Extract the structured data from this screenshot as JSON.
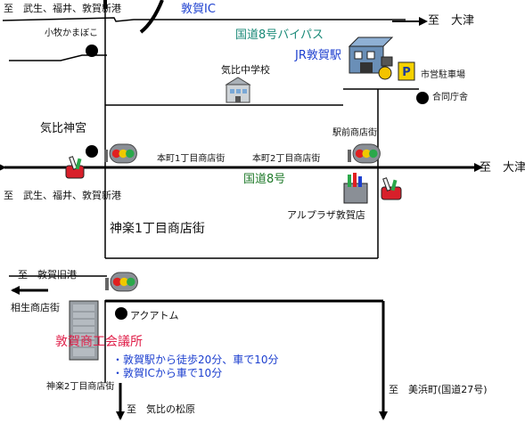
{
  "labels": {
    "north_west": "至　武生、福井、敦賀新港",
    "tsuruga_ic": "敦賀IC",
    "east_top": "至　大津",
    "komaki_kamaboko": "小牧かまぼこ",
    "bypass8": "国道8号バイパス",
    "jr_station": "JR敦賀駅",
    "kehi_jhs": "気比中学校",
    "city_parking": "市営駐車場",
    "godo_chosha": "合同庁舎",
    "kehi_shrine": "気比神宮",
    "ekimae_st": "駅前商店街",
    "honmachi1": "本町1丁目商店街",
    "honmachi2": "本町2丁目商店街",
    "east_mid": "至　大津",
    "west_mid": "至　武生、福井、敦賀新港",
    "route8": "国道8号",
    "alplaza": "アルプラザ敦賀店",
    "kagura1": "神楽1丁目商店街",
    "old_port": "至　敦賀旧港",
    "aioi_st": "相生商店街",
    "aquatom": "アクアトム",
    "chamber": "敦賀商工会議所",
    "access1": "・敦賀駅から徒歩20分、車で10分",
    "access2": "・敦賀ICから車で10分",
    "kagura2": "神楽2丁目商店街",
    "matsubara": "至　気比の松原",
    "mihamacho": "至　美浜町(国道27号)"
  },
  "colors": {
    "road": "#000000",
    "teal": "#1a8a78",
    "blue": "#1c3fcf",
    "green": "#1f7a2a",
    "red": "#e0204a",
    "signal_red": "#e02020",
    "signal_yellow": "#f0c800",
    "signal_green": "#2aa84a"
  },
  "icons": [
    "traffic-signal-icon",
    "station-building-icon",
    "school-building-icon",
    "parking-sign-icon",
    "shopping-icon",
    "office-building-icon",
    "marker-dot-icon",
    "arrow-icon"
  ]
}
